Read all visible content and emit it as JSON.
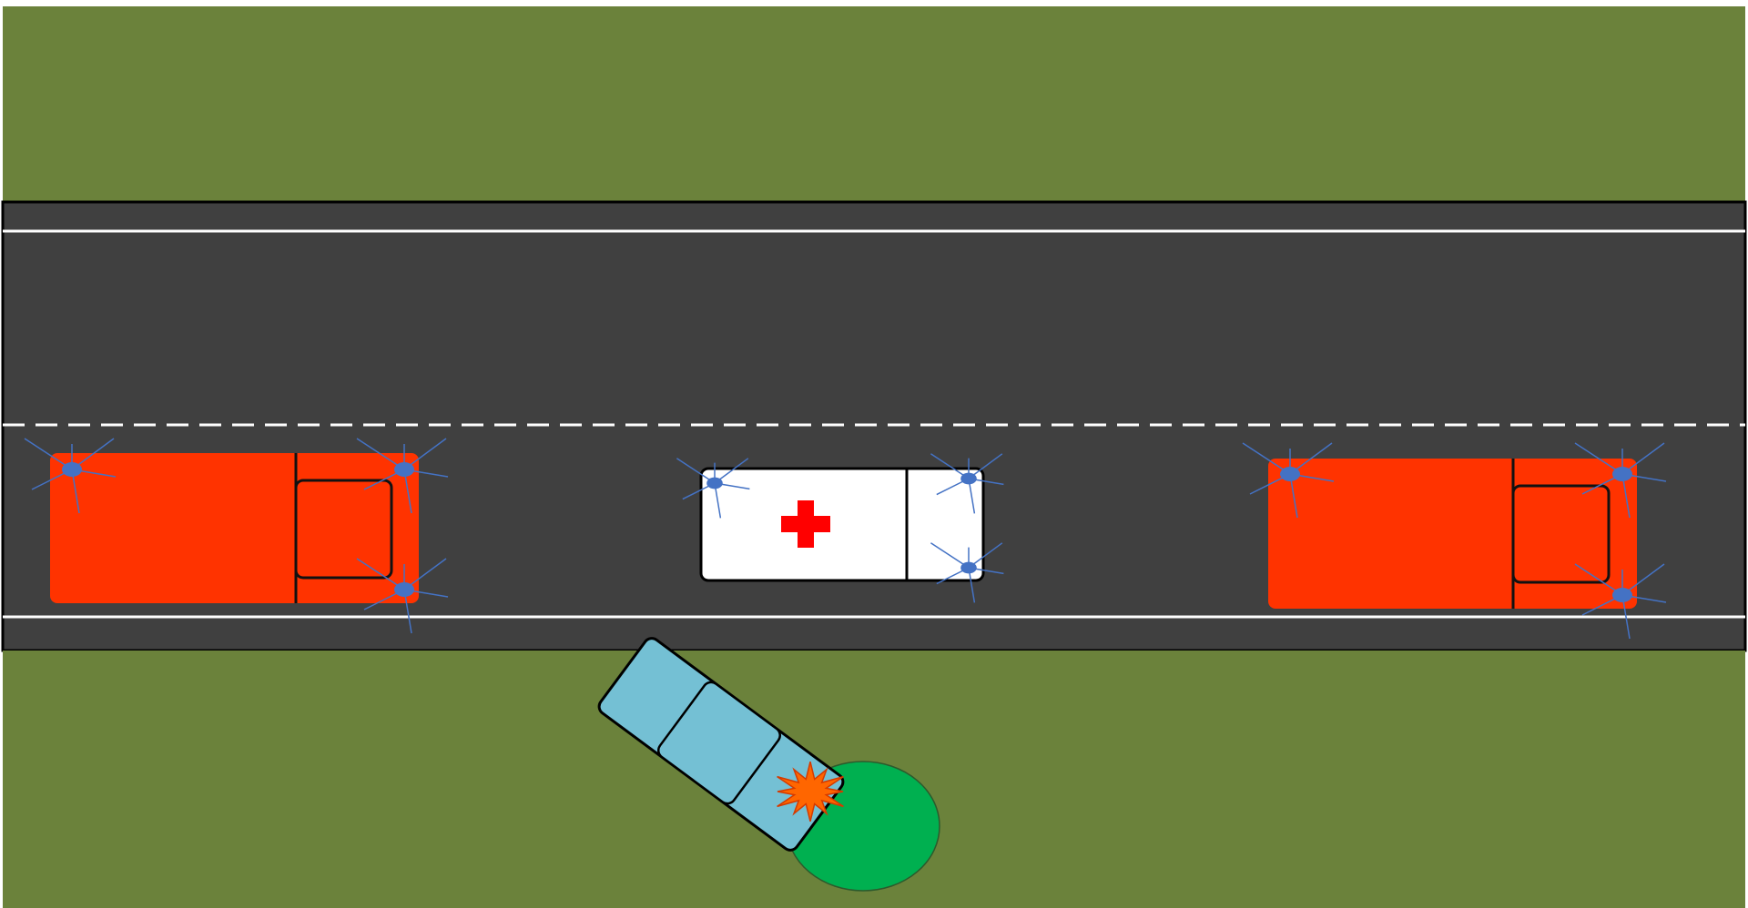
{
  "scene": {
    "colors": {
      "background": "#ffffff",
      "grass": "#6b823b",
      "road": "#404040",
      "lane_line": "#ffffff",
      "fire_truck": "#ff3300",
      "ambulance_body": "#ffffff",
      "ambulance_cross": "#ff0000",
      "emergency_light": "#4472c4",
      "crashed_car": "#74c0d4",
      "tree": "#00b050",
      "impact_burst": "#ff6600",
      "outline": "#000000"
    },
    "elements": {
      "top_grass": "grass",
      "road": "road",
      "bottom_grass": "grass",
      "vehicles": [
        {
          "type": "fire-truck",
          "lights_flashing": true
        },
        {
          "type": "ambulance",
          "lights_flashing": true,
          "symbol": "red-cross"
        },
        {
          "type": "fire-truck",
          "lights_flashing": true
        }
      ],
      "crash": {
        "vehicle": "car",
        "off_road": true,
        "obstacle": "tree",
        "impact": "explosion-burst"
      }
    }
  }
}
